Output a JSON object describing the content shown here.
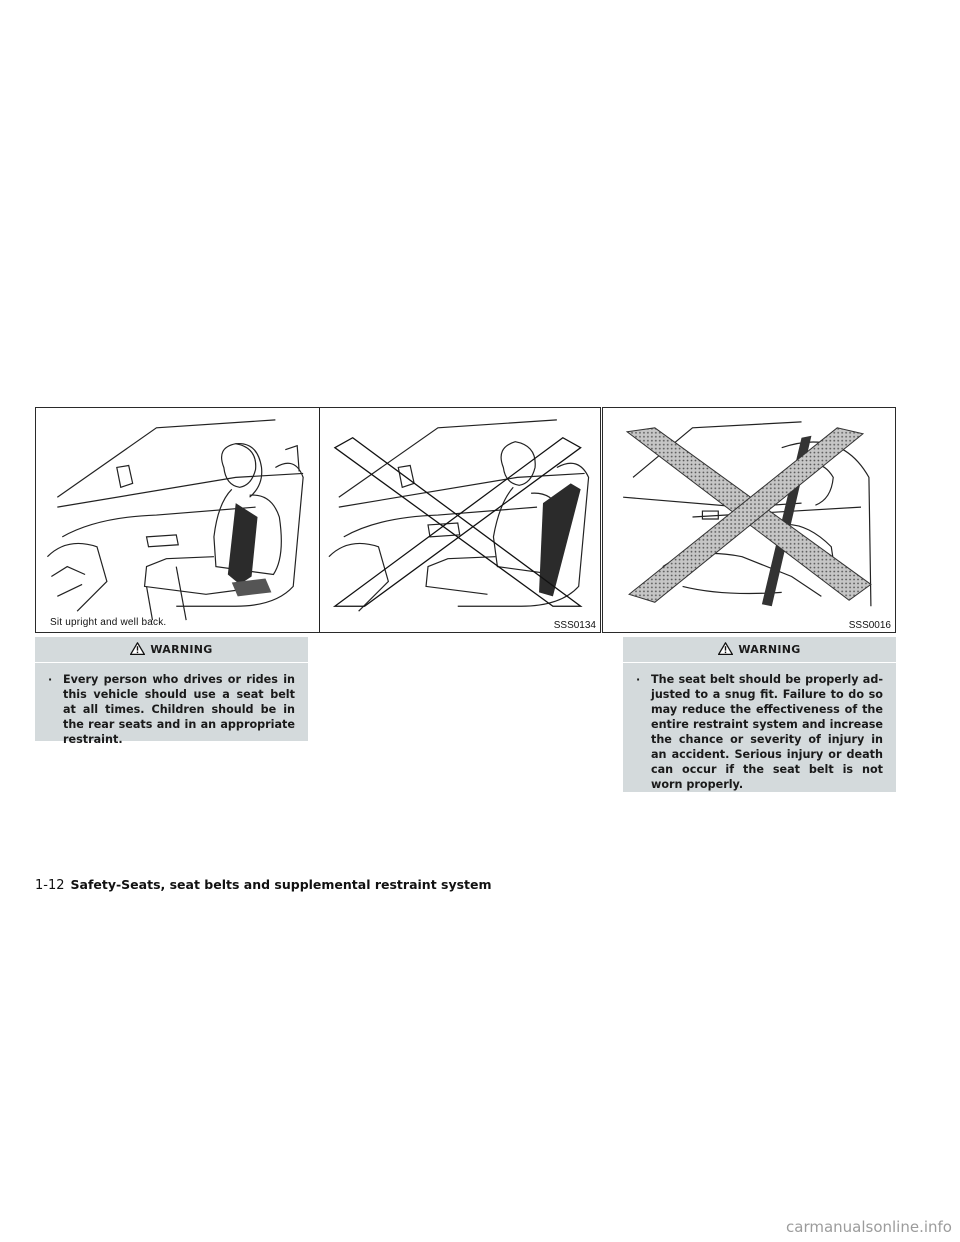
{
  "figures": {
    "left": {
      "caption": "Sit upright and well back.",
      "code": "SSS0134"
    },
    "right": {
      "code": "SSS0016"
    }
  },
  "warnings": [
    {
      "heading": "WARNING",
      "text": "Every person who drives or rides in this vehicle should use a seat belt at all times. Children should be in the rear seats and in an appropriate restraint."
    },
    {
      "heading": "WARNING",
      "text": "The seat belt should be properly ad- justed to a snug fit. Failure to do so may reduce the effectiveness of the entire restraint system and increase the chance or severity of injury in an accident. Serious injury or death can occur if the seat belt is not worn properly."
    }
  ],
  "footer": {
    "page_number": "1-12",
    "section": "Safety-Seats, seat belts and supplemental restraint system"
  },
  "watermark": "carmanualsonline.info",
  "colors": {
    "warning_bg": "#d4dadc",
    "belt": "#2b2b2b",
    "cross_fill": "#a8a8a8"
  }
}
